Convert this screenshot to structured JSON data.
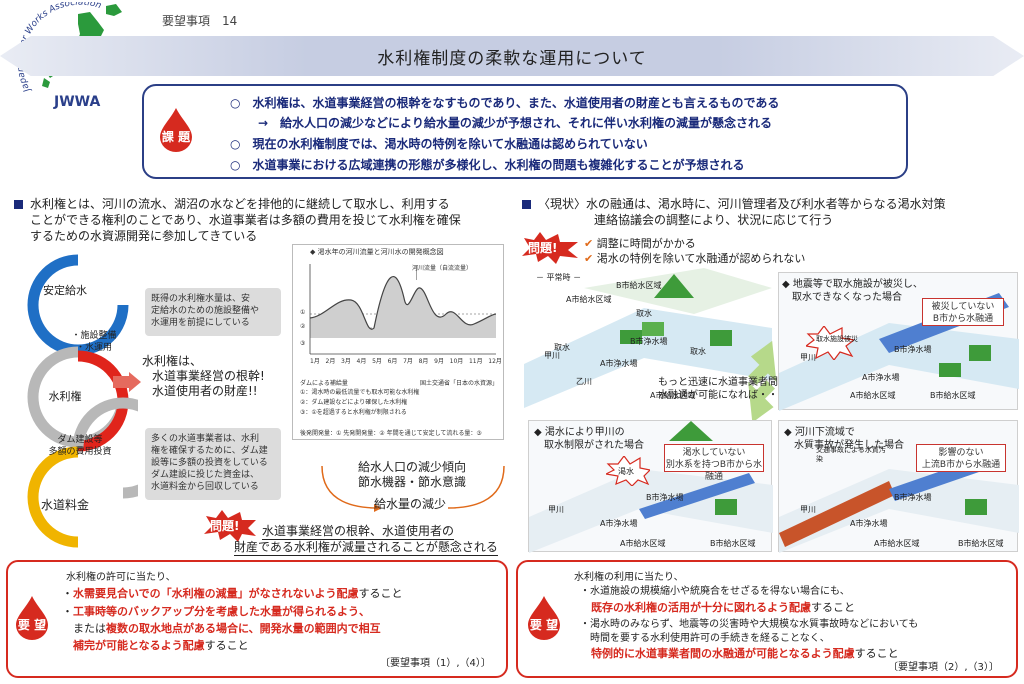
{
  "header": {
    "logo_text": "JWWA",
    "logo_arc_text": "Japan Water Works Association",
    "doc_label": "要望事項",
    "doc_number": "14",
    "title": "水利権制度の柔軟な運用について"
  },
  "issues": {
    "badge": "課 題",
    "lines": [
      "○　水利権は、水道事業経営の根幹をなすものであり、また、水道使用者の財産とも言えるものである",
      "→　給水人口の減少などにより給水量の減少が予想され、それに伴い水利権の減量が懸念される",
      "○　現在の水利権制度では、渇水時の特例を除いて水融通は認められていない",
      "○　水道事業における広域連携の形態が多様化し、水利権の問題も複雑化することが予想される"
    ]
  },
  "left": {
    "intro": [
      "水利権とは、河川の流水、湖沼の水などを排他的に継続して取水し、利用する",
      "ことができる権利のことであり、水道事業者は多額の費用を投じて水利権を確保",
      "するための水資源開発に参加してきている"
    ],
    "cycle": {
      "top": "安定給水",
      "mid_top_small": [
        "・施設整備",
        "・水運用"
      ],
      "middle": "水利権",
      "mid_bottom_small": [
        "ダム建設等",
        "多額の費用投資"
      ],
      "bottom": "水道料金"
    },
    "gray_box_1": [
      "既得の水利権水量は、安",
      "定給水のための施設整備や",
      "水運用を前提にしている"
    ],
    "gray_box_2": [
      "多くの水道事業者は、水利",
      "権を確保するために、ダム建",
      "設等に多額の投資をしている",
      "ダム建設に投じた資金は、",
      "水道料金から回収している"
    ],
    "statement": [
      "水利権は、",
      "水道事業経営の根幹!",
      "水道使用者の財産!!"
    ],
    "chart": {
      "title": "渇水年の河川流量と河川水の開発概念図",
      "legend_line": "河川流量（自流流量）",
      "months": [
        "1月",
        "2月",
        "3月",
        "4月",
        "5月",
        "6月",
        "7月",
        "8月",
        "9月",
        "10月",
        "11月",
        "12月"
      ],
      "source": "国土交通省「日本の水資源」",
      "dam_note": "ダムによる補給量",
      "notes": [
        "①：渇水時の最低流量でも取水可能な水利権",
        "②：ダム建設などにより確保した水利権",
        "③：①を超過すると水利権が制限される"
      ],
      "bottom_note": "後発開発量：① 先発開発量：② 年間を通じて安定して流れる量：③"
    },
    "reduction": {
      "lines": [
        "給水人口の減少傾向",
        "節水機器・節水意識"
      ],
      "result": "給水量の減少"
    },
    "problem_badge": "問題!",
    "problem_lines": [
      "水道事業経営の根幹、水道使用者の",
      "財産である水利権が減量されることが懸念される"
    ]
  },
  "right": {
    "intro": [
      "〈現状〉水の融通は、渇水時に、河川管理者及び利水者等からなる渇水対策",
      "連絡協議会の調整により、状況に応じて行う"
    ],
    "problem_badge": "問題!",
    "problems": [
      "調整に時間がかかる",
      "渇水の特例を除いて水融通が認められない"
    ],
    "normal_label": "－ 平常時 －",
    "flex_note": [
      "もっと迅速に水道事業者間の",
      "水融通が可能になれば・・・"
    ],
    "map_labels": {
      "a_area": "A市給水区域",
      "b_area": "B市給水区域",
      "intake": "取水",
      "a_plant": "A市浄水場",
      "b_plant": "B市浄水場",
      "river_ko": "甲川",
      "river_otsu": "乙川"
    },
    "cases": [
      {
        "title": [
          "地震等で取水施設が被災し、",
          "取水できなくなった場合"
        ],
        "tag": "取水施設被災",
        "note": [
          "被災していない",
          "B市から水融通"
        ]
      },
      {
        "title": [
          "渇水により甲川の",
          "取水制限がされた場合"
        ],
        "tag": "渇水",
        "note": [
          "渇水していない",
          "別水系を持つB市から水融通"
        ]
      },
      {
        "title": [
          "河川下流域で",
          "水質事故が発生した場合"
        ],
        "tag": "交通事故による水質汚染",
        "note": [
          "影響のない",
          "上流B市から水融通"
        ]
      }
    ]
  },
  "requests": {
    "badge": "要 望",
    "left": {
      "lead": "水利権の許可に当たり、",
      "items": [
        {
          "prefix": "・",
          "red": "水需要見合いでの「水利権の減量」がなされないよう配慮",
          "suffix": "すること"
        },
        {
          "prefix": "・",
          "red": "工事時等のバックアップ分を考慮した水量が得られるよう、",
          "suffix": ""
        },
        {
          "prefix": "　または",
          "red": "複数の取水地点がある場合に、開発水量の範囲内で相互",
          "suffix": ""
        },
        {
          "prefix": "　",
          "red": "補完が可能となるよう配慮",
          "suffix": "すること"
        }
      ],
      "ref": "〔要望事項（1）,（4）〕"
    },
    "right": {
      "lead": "水利権の利用に当たり、",
      "items": [
        {
          "prefix": "・水道施設の規模縮小や統廃合をせざるを得ない場合にも、",
          "red": "",
          "suffix": ""
        },
        {
          "prefix": "　",
          "red": "既存の水利権の活用が十分に図れるよう配慮",
          "suffix": "すること"
        },
        {
          "prefix": "・渇水時のみならず、地震等の災害時や大規模な水質事故時などにおいても",
          "red": "",
          "suffix": ""
        },
        {
          "prefix": "　時間を要する水利使用許可の手続きを経ることなく、",
          "red": "",
          "suffix": ""
        },
        {
          "prefix": "　",
          "red": "特例的に水道事業者間の水融通が可能となるよう配慮",
          "suffix": "すること"
        }
      ],
      "ref": "〔要望事項（2）,（3）〕"
    }
  },
  "colors": {
    "navy": "#1a2a7a",
    "red": "#d62a1f",
    "blue_ring": "#1f6fc5",
    "red_ring": "#e0241b",
    "yellow_ring": "#f0b400",
    "green": "#3e9b3a"
  }
}
